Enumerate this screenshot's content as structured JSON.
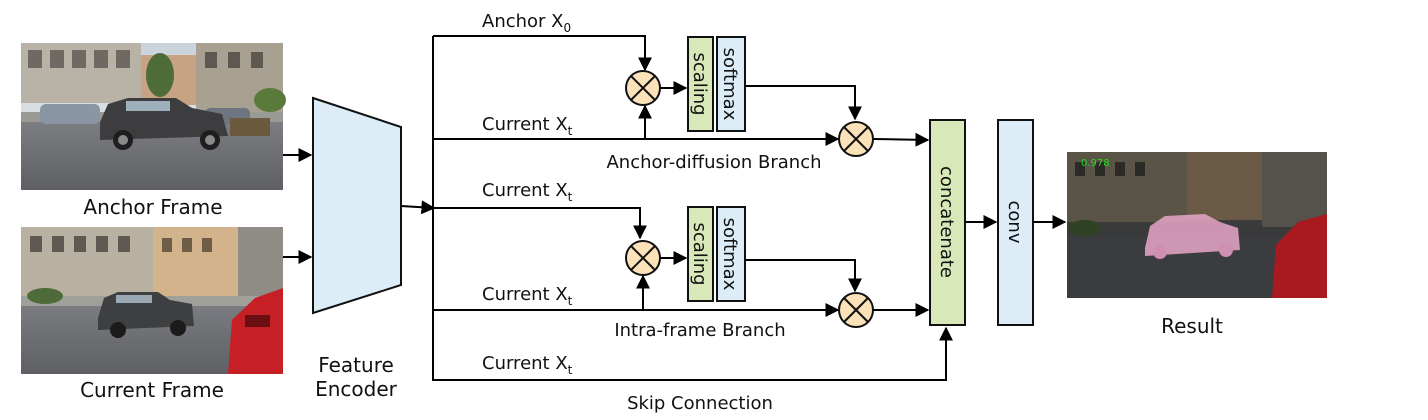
{
  "labels": {
    "anchor_frame": "Anchor Frame",
    "current_frame": "Current Frame",
    "feature_encoder_line1": "Feature",
    "feature_encoder_line2": "Encoder",
    "anchor_x0_main": "Anchor X",
    "anchor_x0_sub": "0",
    "current_xt_main": "Current X",
    "current_xt_sub": "t",
    "anchor_diffusion_branch": "Anchor-diffusion Branch",
    "intra_frame_branch": "Intra-frame Branch",
    "skip_connection": "Skip Connection",
    "scaling": "scaling",
    "softmax": "softmax",
    "concatenate": "concatenate",
    "conv": "conv",
    "result": "Result",
    "score": "0.978"
  },
  "colors": {
    "scaling_fill": "#d9e8b8",
    "softmax_fill": "#dcedf7",
    "multiply_fill": "#fbe2b8",
    "encoder_fill": "#dcedf7",
    "concatenate_fill": "#d9e8b8",
    "conv_fill": "#dcedf7",
    "mask_color": "#e8a6c8",
    "score_color": "#22dd22"
  },
  "icons": {
    "multiply": "circled-times-icon",
    "arrow": "arrowhead-icon"
  }
}
